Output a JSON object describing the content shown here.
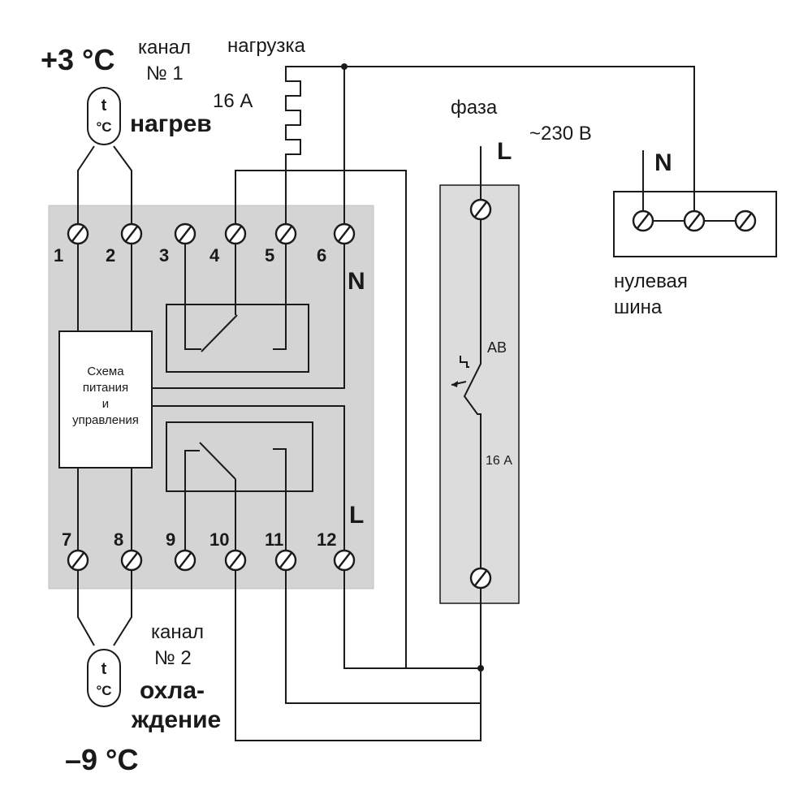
{
  "channel1": {
    "temp": "+3 °C",
    "label_line1": "канал",
    "label_line2": "№ 1",
    "mode": "нагрев",
    "sensor_t": "t",
    "sensor_unit": "°C"
  },
  "channel2": {
    "temp": "–9 °C",
    "label_line1": "канал",
    "label_line2": "№ 2",
    "mode_line1": "охла-",
    "mode_line2": "ждение",
    "sensor_t": "t",
    "sensor_unit": "°C"
  },
  "load": {
    "label": "нагрузка",
    "current": "16 А"
  },
  "phase": {
    "label": "фаза",
    "voltage": "~230 В",
    "L": "L"
  },
  "neutral": {
    "N": "N",
    "bus_line1": "нулевая",
    "bus_line2": "шина"
  },
  "device": {
    "terminals_top": [
      "1",
      "2",
      "3",
      "4",
      "5",
      "6"
    ],
    "terminals_bottom": [
      "7",
      "8",
      "9",
      "10",
      "11",
      "12"
    ],
    "N_label": "N",
    "L_label": "L",
    "control_block": [
      "Схема",
      "питания",
      "и",
      "управления"
    ]
  },
  "breaker": {
    "label": "АВ",
    "current": "16 А"
  },
  "colors": {
    "device_fill": "#d4d4d4",
    "breaker_fill": "#dcdcdc",
    "ink": "#1a1a1a"
  }
}
